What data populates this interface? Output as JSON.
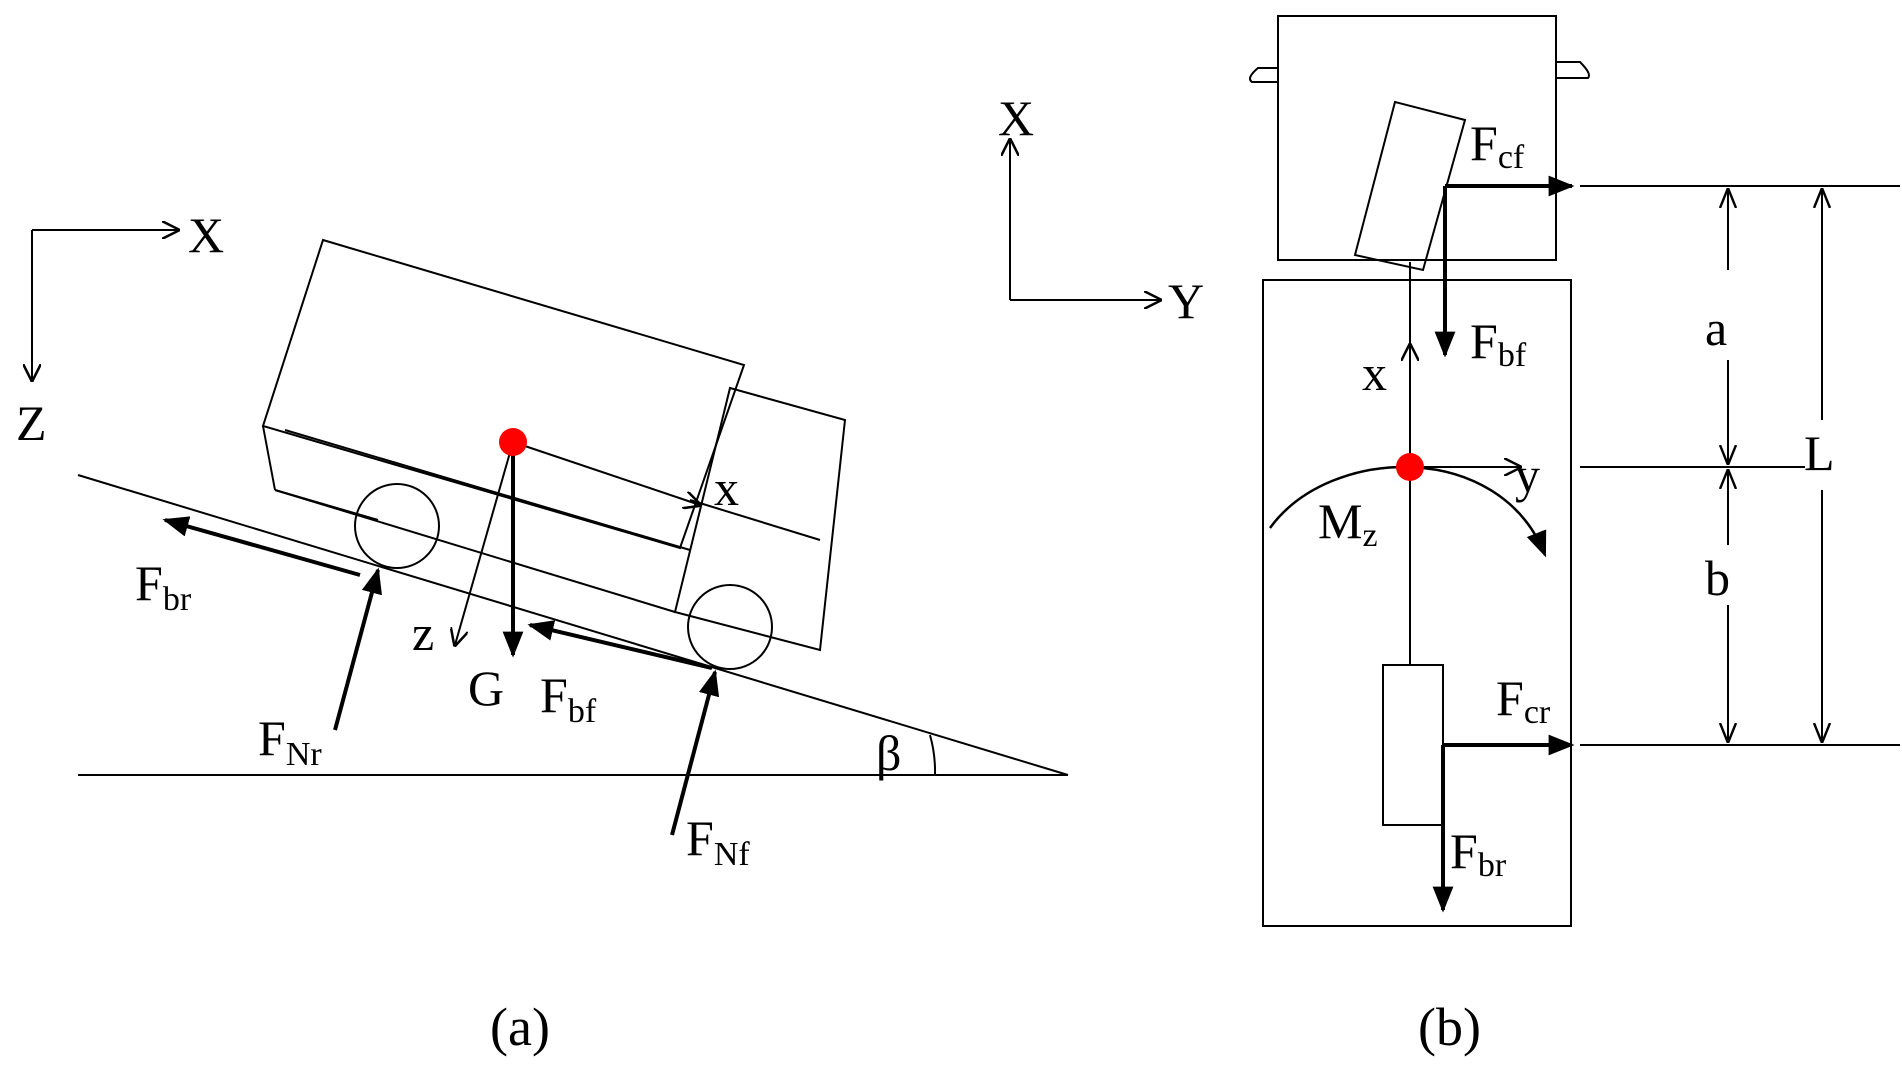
{
  "colors": {
    "line": "#000000",
    "cg_dot": "#ff0000",
    "guide": "#777777",
    "background": "#ffffff"
  },
  "panel_a": {
    "caption": "(a)",
    "axes": {
      "x": "X",
      "z": "Z"
    },
    "body_axes": {
      "x": "x",
      "z": "z"
    },
    "gravity": "G",
    "angle": "β",
    "forces": {
      "F_br": {
        "main": "F",
        "sub": "br"
      },
      "F_bf": {
        "main": "F",
        "sub": "bf"
      },
      "F_Nr": {
        "main": "F",
        "sub": "Nr"
      },
      "F_Nf": {
        "main": "F",
        "sub": "Nf"
      }
    }
  },
  "panel_b": {
    "caption": "(b)",
    "axes": {
      "x": "X",
      "y": "Y"
    },
    "body_axes": {
      "x": "x",
      "y": "y"
    },
    "moment": {
      "main": "M",
      "sub": "z"
    },
    "forces": {
      "F_cf": {
        "main": "F",
        "sub": "cf"
      },
      "F_bf": {
        "main": "F",
        "sub": "bf"
      },
      "F_cr": {
        "main": "F",
        "sub": "cr"
      },
      "F_br": {
        "main": "F",
        "sub": "br"
      }
    },
    "dimensions": {
      "a": "a",
      "b": "b",
      "L": "L"
    }
  }
}
